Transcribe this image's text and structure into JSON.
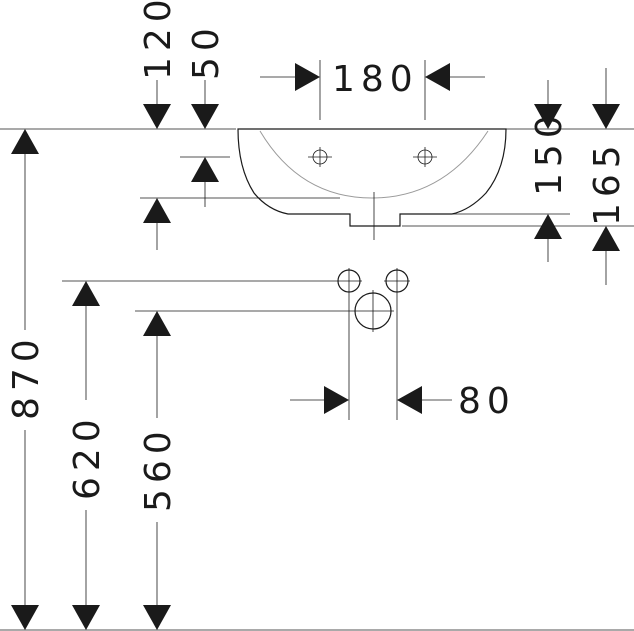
{
  "dimensions": {
    "basin_width_top": "180",
    "offset_top_120": "120",
    "offset_top_50": "50",
    "basin_depth_150": "150",
    "basin_depth_165": "165",
    "total_height_870": "870",
    "supply_height_620": "620",
    "waste_height_560": "560",
    "supply_spacing_80": "80"
  }
}
